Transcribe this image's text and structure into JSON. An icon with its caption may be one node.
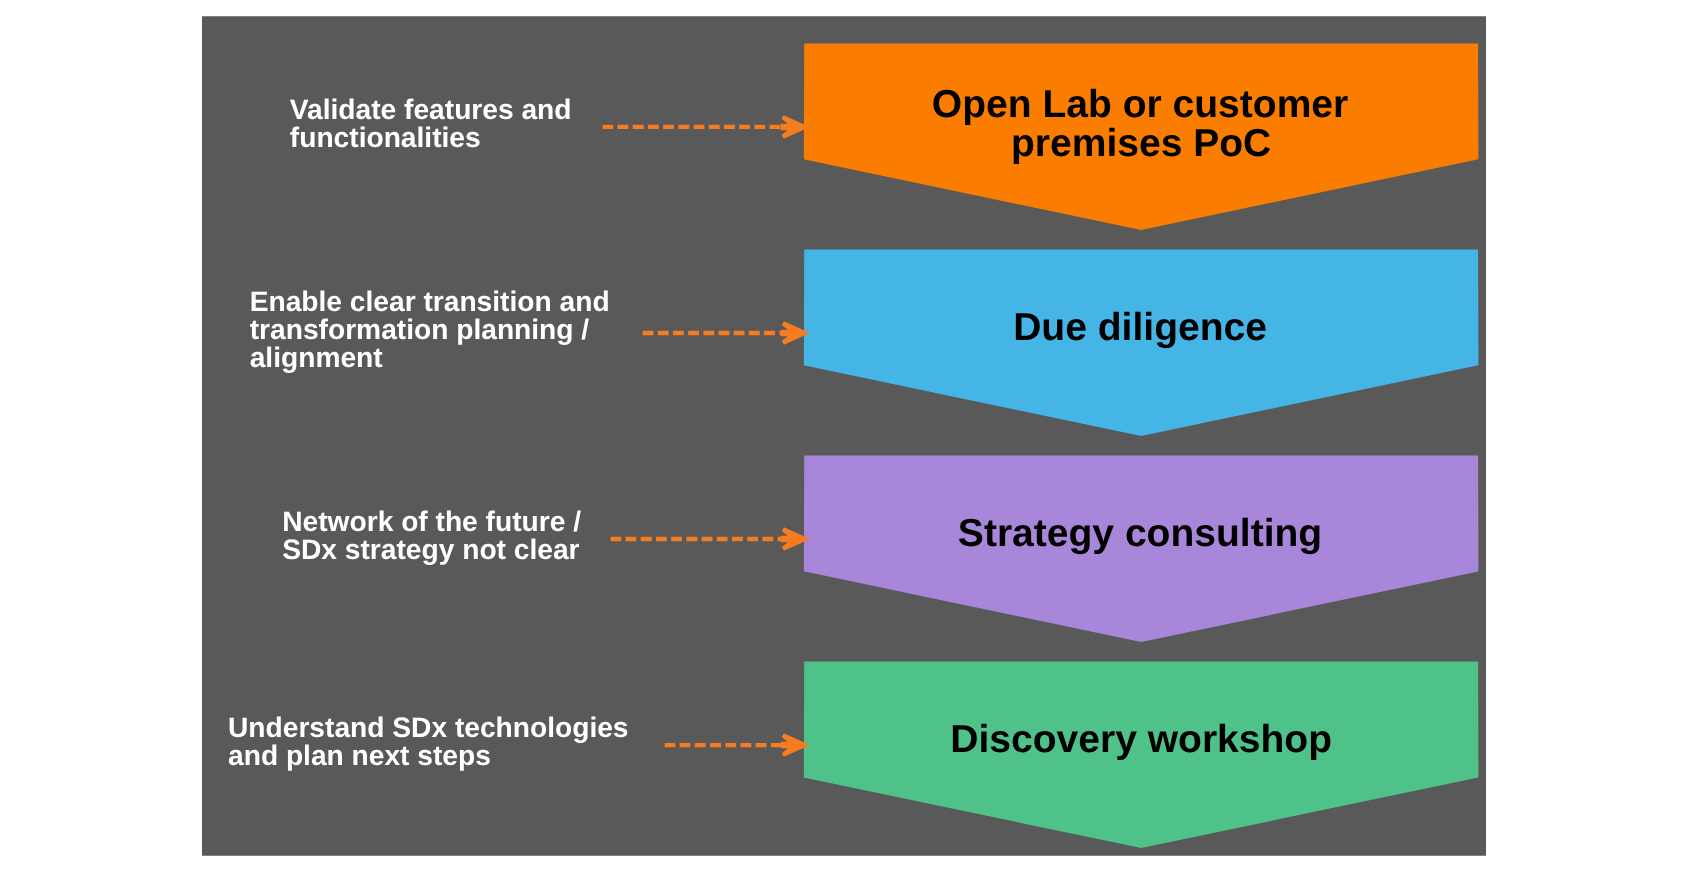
{
  "diagram": {
    "nodes": [
      {
        "text": [
          "Understand SDx technologies and plan next steps"
        ]
      },
      {
        "text": [
          "Discovery workshop"
        ]
      },
      {
        "text": [
          "Network of the future / SDx strategy not clear"
        ]
      },
      {
        "text": [
          "Strategy consulting"
        ]
      },
      {
        "text": [
          "Enable clear transition and transformation planning / alignment"
        ]
      },
      {
        "text": [
          "Due diligence"
        ]
      },
      {
        "text": [
          "Validate features and functionalities"
        ]
      },
      {
        "text": [
          "Open Lab or customer premises PoC"
        ]
      }
    ],
    "edges": [
      {
        "from": 0,
        "to": 1,
        "arrow": "to",
        "style": "dashed"
      },
      {
        "from": 2,
        "to": 3,
        "arrow": "to",
        "style": "dashed"
      },
      {
        "from": 4,
        "to": 5,
        "arrow": "to",
        "style": "dashed"
      },
      {
        "from": 6,
        "to": 7,
        "arrow": "to",
        "style": "dashed"
      }
    ]
  }
}
